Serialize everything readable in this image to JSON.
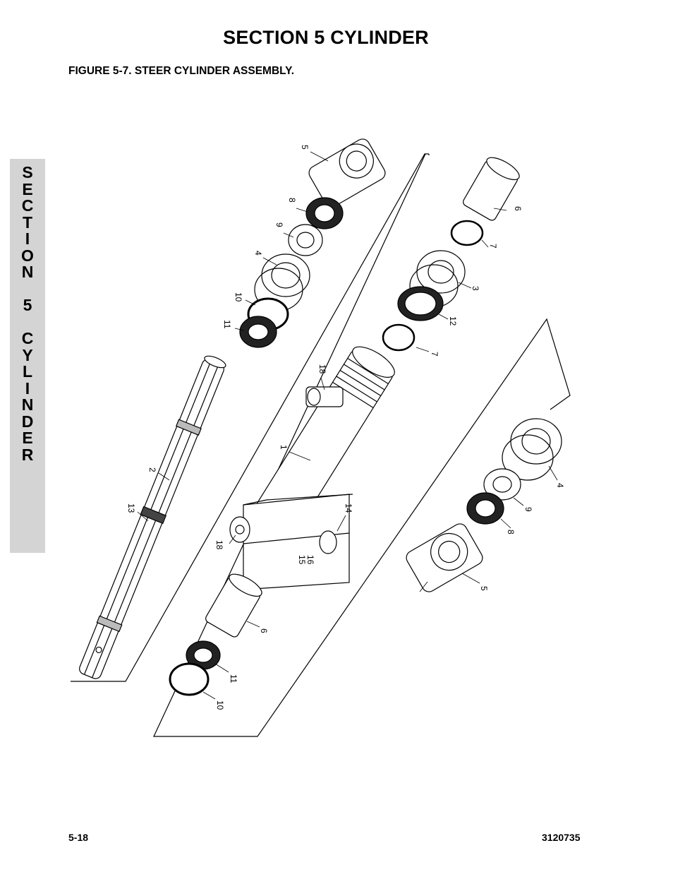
{
  "header": {
    "title": "SECTION 5  CYLINDER"
  },
  "figure": {
    "caption": "FIGURE 5-7.    STEER CYLINDER ASSEMBLY."
  },
  "side_tab": {
    "letters": [
      "S",
      "E",
      "C",
      "T",
      "I",
      "O",
      "N",
      " ",
      "5",
      " ",
      "C",
      "Y",
      "L",
      "I",
      "N",
      "D",
      "E",
      "R"
    ]
  },
  "callouts": {
    "c1": "1",
    "c2": "2",
    "c3": "3",
    "c4a": "4",
    "c4b": "4",
    "c5a": "5",
    "c5b": "5",
    "c6a": "6",
    "c6b": "6",
    "c7a": "7",
    "c7b": "7",
    "c8a": "8",
    "c8b": "8",
    "c9a": "9",
    "c9b": "9",
    "c10a": "10",
    "c10b": "10",
    "c11a": "11",
    "c11b": "11",
    "c12": "12",
    "c13": "13",
    "c14": "14",
    "c15": "15",
    "c16": "16",
    "c18a": "18",
    "c18b": "18"
  },
  "footer": {
    "page_number": "5-18",
    "doc_number": "3120735"
  }
}
